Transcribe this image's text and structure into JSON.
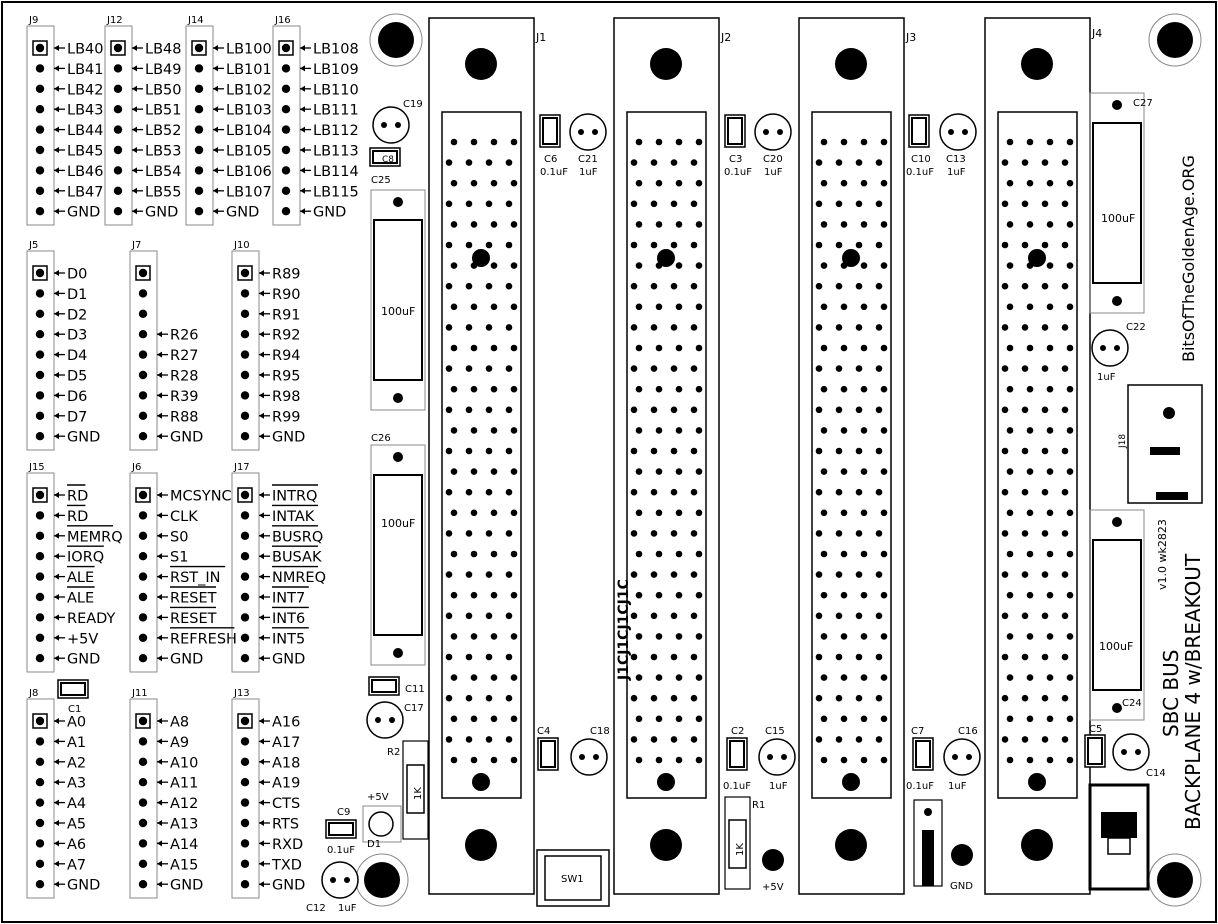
{
  "board_title": "SBC BUS",
  "board_subtitle": "BACKPLANE 4 w/BREAKOUT",
  "version": "v1.0 wk2823",
  "website": "BitsOfTheGoldenAge.ORG",
  "center_silk": "J1CJ1CJ1CJ1C",
  "connectors": {
    "J1": "J1",
    "J2": "J2",
    "J3": "J3",
    "J4": "J4"
  },
  "headers": [
    {
      "ref": "J9",
      "labels": [
        "LB40",
        "LB41",
        "LB42",
        "LB43",
        "LB44",
        "LB45",
        "LB46",
        "LB47",
        "GND"
      ]
    },
    {
      "ref": "J12",
      "labels": [
        "LB48",
        "LB49",
        "LB50",
        "LB51",
        "LB52",
        "LB53",
        "LB54",
        "LB55",
        "GND"
      ]
    },
    {
      "ref": "J14",
      "labels": [
        "LB100",
        "LB101",
        "LB102",
        "LB103",
        "LB104",
        "LB105",
        "LB106",
        "LB107",
        "GND"
      ]
    },
    {
      "ref": "J16",
      "labels": [
        "LB108",
        "LB109",
        "LB110",
        "LB111",
        "LB112",
        "LB113",
        "LB114",
        "LB115",
        "GND"
      ]
    },
    {
      "ref": "J5",
      "labels": [
        "D0",
        "D1",
        "D2",
        "D3",
        "D4",
        "D5",
        "D6",
        "D7",
        "GND"
      ]
    },
    {
      "ref": "J7",
      "labels": [
        "",
        "",
        "",
        "R26",
        "R27",
        "R28",
        "R39",
        "R88",
        "GND"
      ]
    },
    {
      "ref": "J10",
      "labels": [
        "R89",
        "R90",
        "R91",
        "R92",
        "R94",
        "R95",
        "R98",
        "R99",
        "GND"
      ]
    },
    {
      "ref": "J15",
      "labels": [
        "RD",
        "RD",
        "MEMRQ",
        "IORQ",
        "ALE",
        "ALE",
        "READY",
        "+5V",
        "GND"
      ]
    },
    {
      "ref": "J6",
      "labels": [
        "MCSYNC",
        "CLK",
        "S0",
        "S1",
        "RST_IN",
        "RESET",
        "RESET",
        "REFRESH",
        "GND"
      ]
    },
    {
      "ref": "J17",
      "labels": [
        "INTRQ",
        "INTAK",
        "BUSRQ",
        "BUSAK",
        "NMREQ",
        "INT7",
        "INT6",
        "INT5",
        "GND"
      ]
    },
    {
      "ref": "J8",
      "labels": [
        "A0",
        "A1",
        "A2",
        "A3",
        "A4",
        "A5",
        "A6",
        "A7",
        "GND"
      ]
    },
    {
      "ref": "J11",
      "labels": [
        "A8",
        "A9",
        "A10",
        "A11",
        "A12",
        "A13",
        "A14",
        "A15",
        "GND"
      ]
    },
    {
      "ref": "J13",
      "labels": [
        "A16",
        "A17",
        "A18",
        "A19",
        "CTS",
        "RTS",
        "RXD",
        "TXD",
        "GND"
      ]
    }
  ],
  "components": {
    "c6": {
      "ref": "C6",
      "value": "0.1uF"
    },
    "c21": {
      "ref": "C21",
      "value": "1uF"
    },
    "c3": {
      "ref": "C3",
      "value": "0.1uF"
    },
    "c20": {
      "ref": "C20",
      "value": "1uF"
    },
    "c10": {
      "ref": "C10",
      "value": "0.1uF"
    },
    "c13": {
      "ref": "C13",
      "value": "1uF"
    },
    "c19": {
      "ref": "C19"
    },
    "c8": {
      "ref": "C8"
    },
    "c25": {
      "ref": "C25",
      "value": "100uF"
    },
    "c26": {
      "ref": "C26",
      "value": "100uF"
    },
    "c27": {
      "ref": "C27",
      "value": "100uF"
    },
    "c22": {
      "ref": "C22",
      "value": "1uF"
    },
    "c24": {
      "ref": "C24",
      "value": "100uF"
    },
    "c1": {
      "ref": "C1"
    },
    "c11": {
      "ref": "C11"
    },
    "c17": {
      "ref": "C17"
    },
    "r2": {
      "ref": "R2",
      "value": "1K"
    },
    "c9": {
      "ref": "C9",
      "value": "0.1uF"
    },
    "d1": {
      "ref": "D1",
      "value": "+5V"
    },
    "c12": {
      "ref": "C12",
      "value": "1uF"
    },
    "c4": {
      "ref": "C4"
    },
    "c18": {
      "ref": "C18"
    },
    "sw1": {
      "ref": "SW1"
    },
    "c2": {
      "ref": "C2",
      "value": "0.1uF"
    },
    "c15": {
      "ref": "C15",
      "value": "1uF"
    },
    "r1": {
      "ref": "R1",
      "value": "1K"
    },
    "tp_5v": {
      "value": "+5V"
    },
    "c7": {
      "ref": "C7",
      "value": "0.1uF"
    },
    "c16": {
      "ref": "C16",
      "value": "1uF"
    },
    "tp_gnd": {
      "value": "GND"
    },
    "c5": {
      "ref": "C5"
    },
    "c14": {
      "ref": "C14"
    },
    "j18": {
      "ref": "J18"
    }
  },
  "colors": {
    "ink": "#000000",
    "background": "#ffffff",
    "dim": "#888888"
  }
}
